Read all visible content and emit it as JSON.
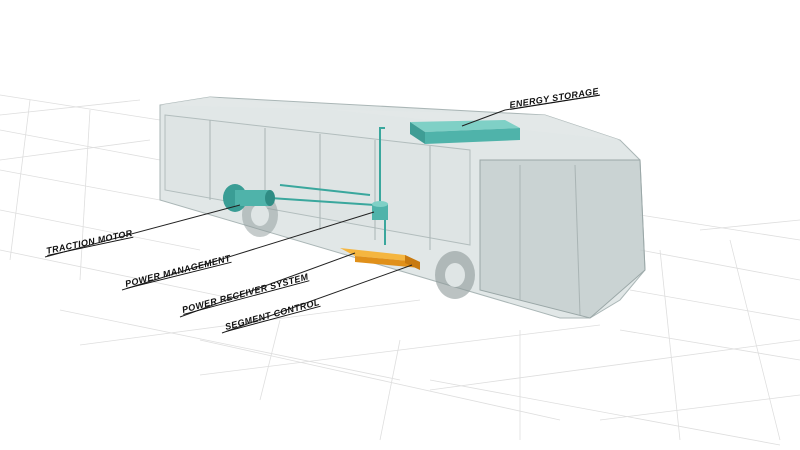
{
  "labels": {
    "energy_storage": "ENERGY STORAGE",
    "traction_motor": "TRACTION MOTOR",
    "power_management": "POWER MANAGEMENT",
    "power_receiver_system": "POWER RECEIVER SYSTEM",
    "segment_control": "SEGMENT CONTROL"
  },
  "colors": {
    "component_teal": "#4fb3aa",
    "receiver_orange": "#f0a020",
    "bus_body": "#b8c4c4",
    "grid": "#dcdcdc"
  }
}
